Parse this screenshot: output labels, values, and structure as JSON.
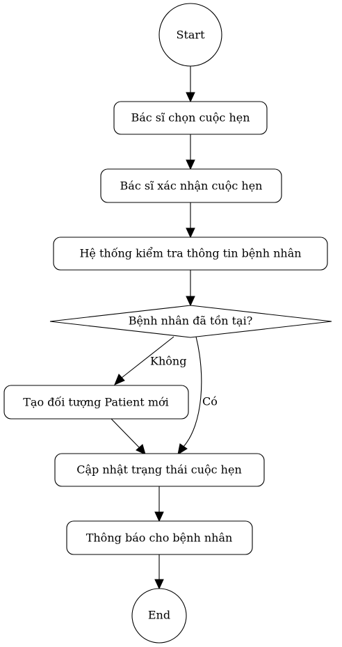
{
  "diagram": {
    "nodes": {
      "start": "Start",
      "select_appointment": "Bác sĩ chọn cuộc hẹn",
      "confirm_appointment": "Bác sĩ xác nhận cuộc hẹn",
      "check_patient_info": "Hệ thống kiểm tra thông tin bệnh nhân",
      "patient_exists": "Bệnh nhân đã tồn tại?",
      "create_patient": "Tạo đối tượng Patient mới",
      "update_status": "Cập nhật trạng thái cuộc hẹn",
      "notify_patient": "Thông báo cho bệnh nhân",
      "end": "End"
    },
    "edges": {
      "no_label": "Không",
      "yes_label": "Có"
    }
  }
}
